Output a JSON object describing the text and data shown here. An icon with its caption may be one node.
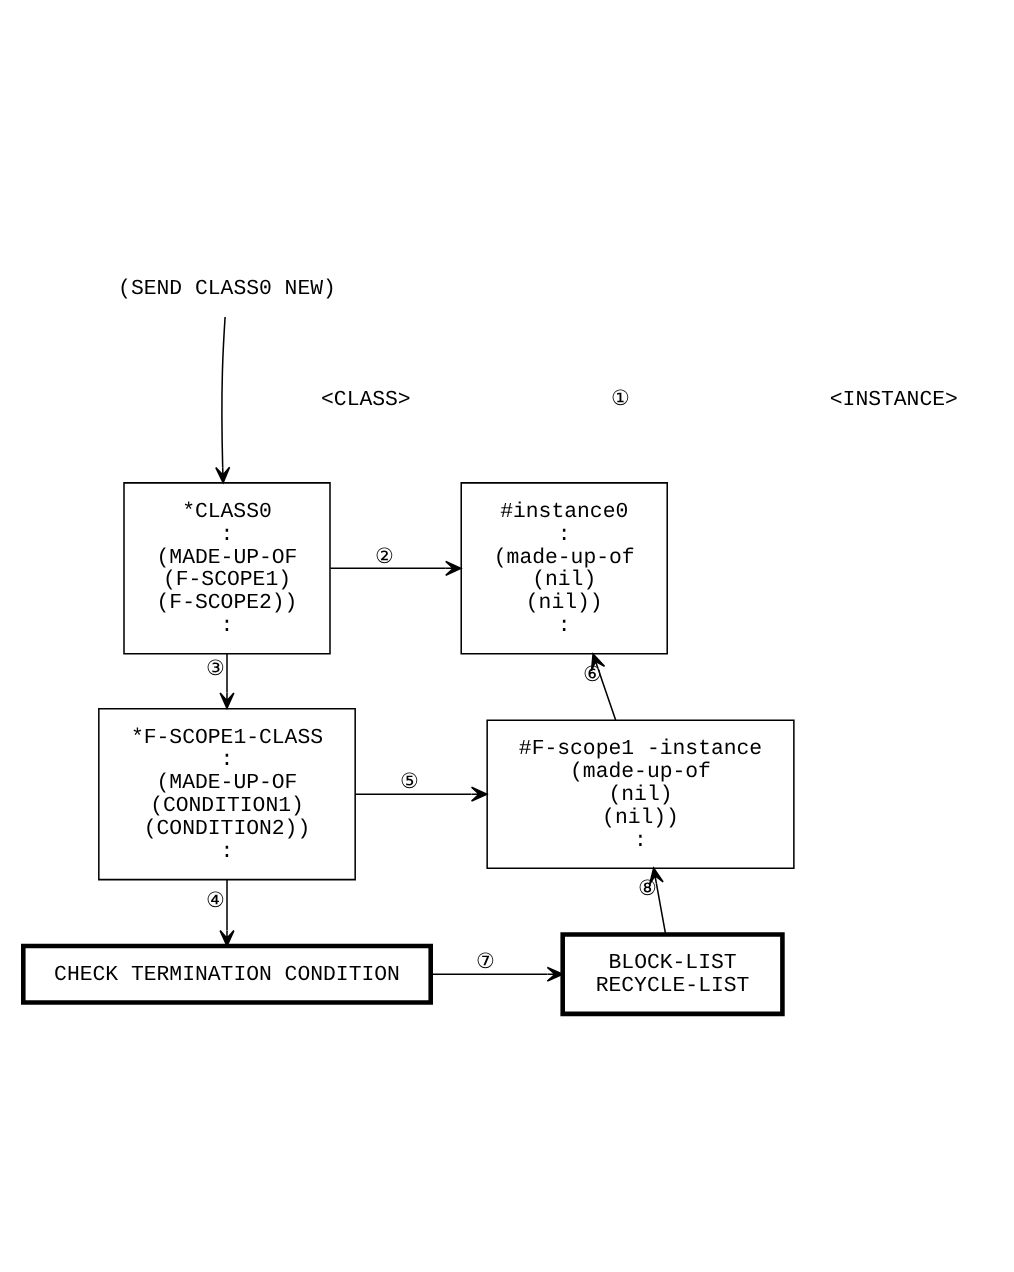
{
  "diagram": {
    "nodes": [
      {
        "text": [
          "(SEND CLASS0 NEW)"
        ]
      },
      {
        "text": [
          "*CLASS0",
          ":",
          "(MADE-UP-OF",
          "(F-SCOPE1)",
          "(F-SCOPE2))",
          ":"
        ]
      },
      {
        "text": [
          "#instance0",
          ":",
          "(made-up-of",
          "(nil)",
          "(nil))",
          ":"
        ]
      },
      {
        "text": [
          "*F-SCOPE1-CLASS",
          ":",
          "(MADE-UP-OF",
          "(CONDITION1)",
          "(CONDITION2))",
          ":"
        ]
      },
      {
        "text": [
          "#F-scope1 -instance",
          "(made-up-of",
          "(nil)",
          "(nil))",
          ":"
        ]
      },
      {
        "text": [
          "CHECK TERMINATION CONDITION"
        ]
      },
      {
        "text": [
          "BLOCK-LIST",
          "RECYCLE-LIST"
        ]
      }
    ],
    "edges": [
      {
        "from": 0,
        "to": 1,
        "arrow": "to"
      },
      {
        "from": 1,
        "to": 2,
        "arrow": "to",
        "label": "②"
      },
      {
        "from": 1,
        "to": 3,
        "arrow": "to",
        "label": "③"
      },
      {
        "from": 3,
        "to": 4,
        "arrow": "to",
        "label": "⑤"
      },
      {
        "from": 3,
        "to": 5,
        "arrow": "to",
        "label": "④"
      },
      {
        "from": 4,
        "to": 2,
        "arrow": "to",
        "label": "⑥"
      },
      {
        "from": 5,
        "to": 6,
        "arrow": "to",
        "label": "⑦"
      },
      {
        "from": 6,
        "to": 4,
        "arrow": "to",
        "label": "⑧"
      }
    ],
    "labels": [
      "<CLASS>",
      "①",
      "<INSTANCE>"
    ]
  }
}
